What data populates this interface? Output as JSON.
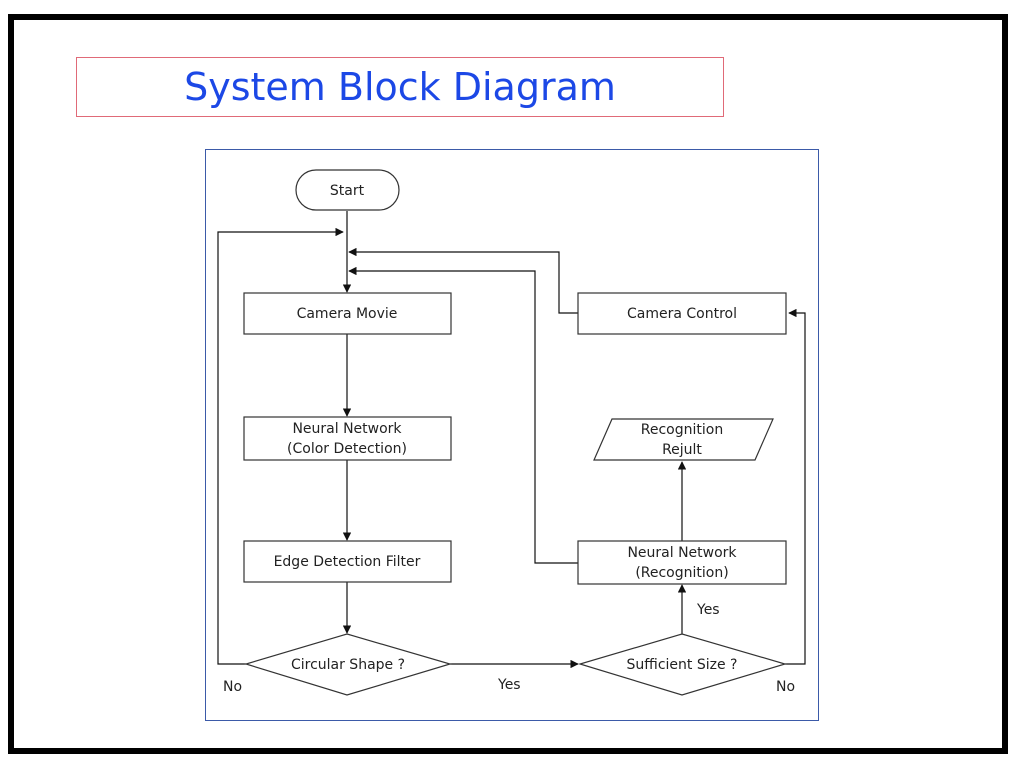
{
  "title": "System Block Diagram",
  "diagram": {
    "start": "Start",
    "camera_movie": "Camera Movie",
    "nn_color_line1": "Neural Network",
    "nn_color_line2": "(Color Detection)",
    "edge_filter": "Edge Detection Filter",
    "circular_shape": "Circular Shape ?",
    "sufficient_size": "Sufficient Size ?",
    "nn_recog_line1": "Neural Network",
    "nn_recog_line2": "(Recognition)",
    "result_line1": "Recognition",
    "result_line2": "Rejult",
    "camera_control": "Camera Control",
    "label_no_left": "No",
    "label_yes_mid": "Yes",
    "label_yes_up": "Yes",
    "label_no_right": "No"
  }
}
